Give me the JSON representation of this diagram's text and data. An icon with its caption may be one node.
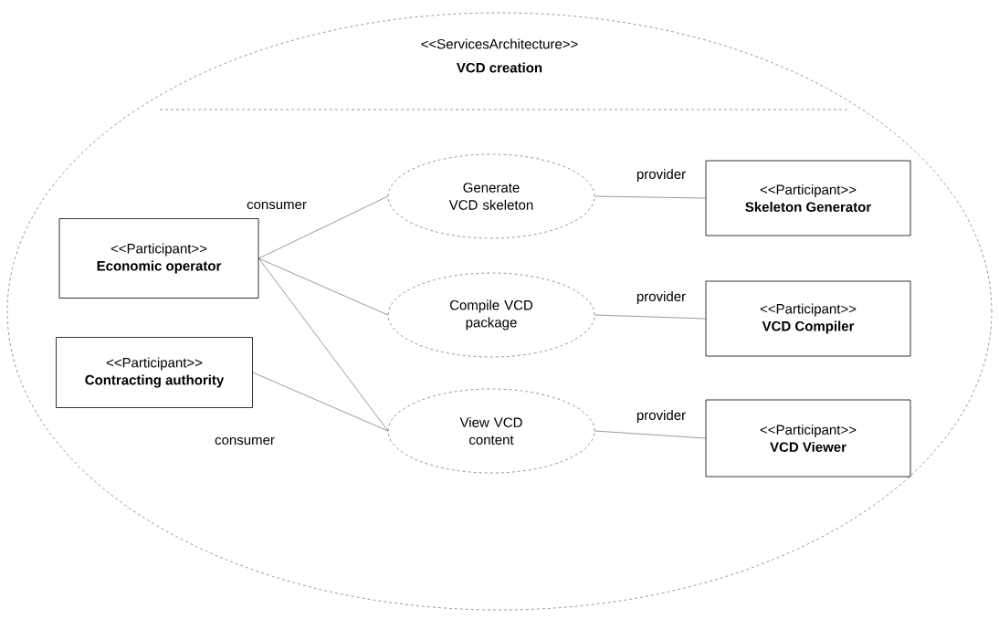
{
  "diagram": {
    "nodes": [
      {
        "text": [
          "<<ServicesArchitecture>>",
          "VCD creation"
        ]
      },
      {
        "text": [
          "<<Participant>>",
          "Economic operator"
        ],
        "in": 0
      },
      {
        "text": [
          "<<Participant>>",
          "Contracting authority"
        ],
        "in": 0
      },
      {
        "text": [
          "Generate VCD skeleton"
        ],
        "in": 0
      },
      {
        "text": [
          "Compile VCD package"
        ],
        "in": 0
      },
      {
        "text": [
          "View VCD content"
        ],
        "in": 0
      },
      {
        "text": [
          "<<Participant>>",
          "Skeleton Generator"
        ],
        "in": 0
      },
      {
        "text": [
          "<<Participant>>",
          "VCD Compiler"
        ],
        "in": 0
      },
      {
        "text": [
          "<<Participant>>",
          "VCD Viewer"
        ],
        "in": 0
      }
    ],
    "edges": [
      {
        "from": 1,
        "to": 3,
        "arrow": "none",
        "label": "consumer"
      },
      {
        "from": 1,
        "to": 4,
        "arrow": "none"
      },
      {
        "from": 1,
        "to": 5,
        "arrow": "none"
      },
      {
        "from": 2,
        "to": 5,
        "arrow": "none",
        "label": "consumer"
      },
      {
        "from": 3,
        "to": 6,
        "arrow": "none",
        "label": "provider"
      },
      {
        "from": 4,
        "to": 7,
        "arrow": "none",
        "label": "provider"
      },
      {
        "from": 5,
        "to": 8,
        "arrow": "none",
        "label": "provider"
      }
    ]
  }
}
